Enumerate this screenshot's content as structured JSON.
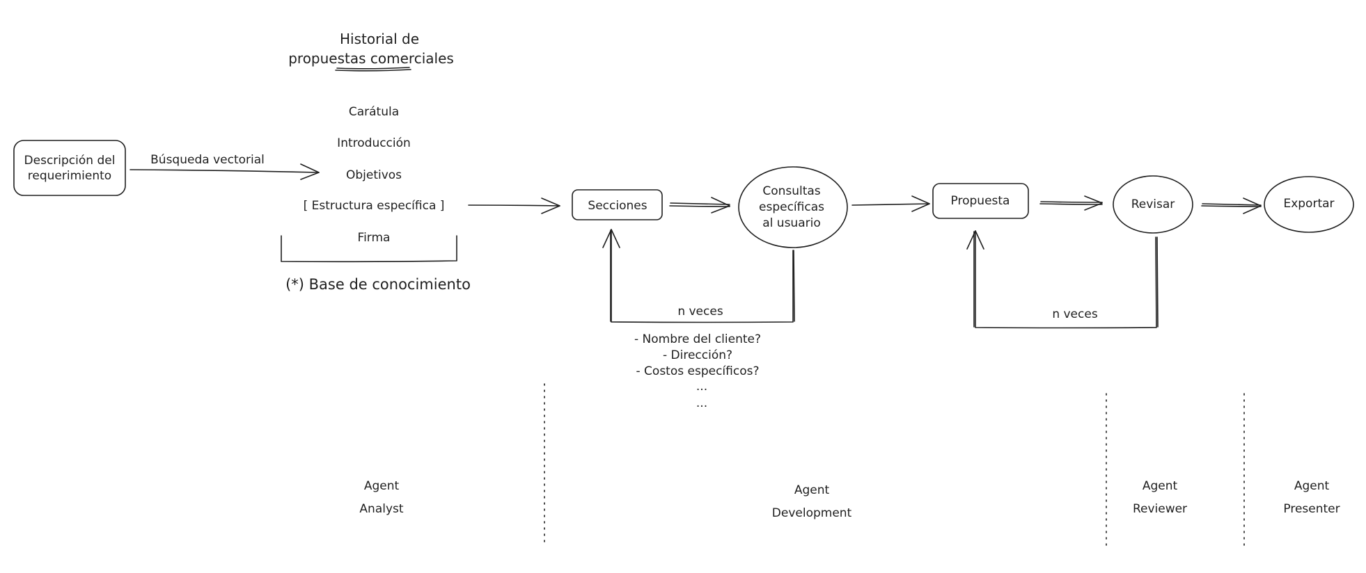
{
  "diagram": {
    "title_line1": "Historial de",
    "title_line2": "propuestas comerciales",
    "input_box": {
      "line1": "Descripción del",
      "line2": "requerimiento"
    },
    "search_label": "Búsqueda vectorial",
    "structure_items": [
      "Carátula",
      "Introducción",
      "Objetivos",
      "[ Estructura específica ]",
      "Firma"
    ],
    "knowledge_base": "(*) Base de conocimiento",
    "secciones": "Secciones",
    "consultas": {
      "line1": "Consultas",
      "line2": "específicas",
      "line3": "al usuario"
    },
    "loop1_label": "n veces",
    "questions": [
      "- Nombre del cliente?",
      "- Dirección?",
      "- Costos específicos?",
      "...",
      "..."
    ],
    "propuesta": "Propuesta",
    "revisar": "Revisar",
    "exportar": "Exportar",
    "loop2_label": "n veces",
    "agents": [
      {
        "line1": "Agent",
        "line2": "Analyst"
      },
      {
        "line1": "Agent",
        "line2": "Development"
      },
      {
        "line1": "Agent",
        "line2": "Reviewer"
      },
      {
        "line1": "Agent",
        "line2": "Presenter"
      }
    ]
  }
}
